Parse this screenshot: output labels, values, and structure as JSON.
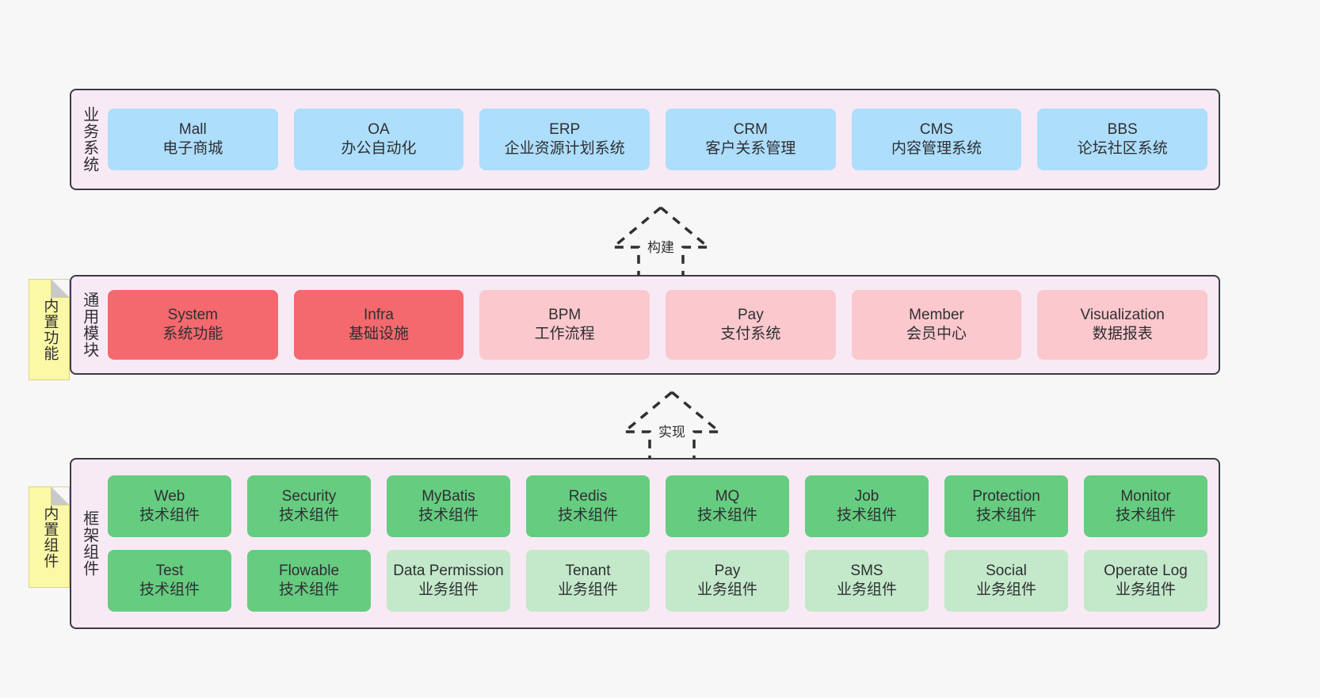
{
  "colors": {
    "panel_background": "#f8eaf5",
    "panel_border": "#3b3b47",
    "business_card": "#addefb",
    "module_primary": "#f4696e",
    "module_secondary": "#fbc8cd",
    "tech_component": "#66cc80",
    "biz_component": "#c3e8ca",
    "note_background": "#fbf8a6",
    "canvas_background": "#f7f7f7"
  },
  "layers": {
    "business": {
      "caption": "业务系统",
      "cards": [
        {
          "name": "Mall",
          "sub": "电子商城"
        },
        {
          "name": "OA",
          "sub": "办公自动化"
        },
        {
          "name": "ERP",
          "sub": "企业资源计划系统"
        },
        {
          "name": "CRM",
          "sub": "客户关系管理"
        },
        {
          "name": "CMS",
          "sub": "内容管理系统"
        },
        {
          "name": "BBS",
          "sub": "论坛社区系统"
        }
      ]
    },
    "modules": {
      "caption": "通用模块",
      "note": "内置功能",
      "cards": [
        {
          "name": "System",
          "sub": "系统功能",
          "style": "red"
        },
        {
          "name": "Infra",
          "sub": "基础设施",
          "style": "red"
        },
        {
          "name": "BPM",
          "sub": "工作流程",
          "style": "pink"
        },
        {
          "name": "Pay",
          "sub": "支付系统",
          "style": "pink"
        },
        {
          "name": "Member",
          "sub": "会员中心",
          "style": "pink"
        },
        {
          "name": "Visualization",
          "sub": "数据报表",
          "style": "pink"
        }
      ]
    },
    "framework": {
      "caption": "框架组件",
      "note": "内置组件",
      "row_one": [
        {
          "name": "Web",
          "sub": "技术组件"
        },
        {
          "name": "Security",
          "sub": "技术组件"
        },
        {
          "name": "MyBatis",
          "sub": "技术组件"
        },
        {
          "name": "Redis",
          "sub": "技术组件"
        },
        {
          "name": "MQ",
          "sub": "技术组件"
        },
        {
          "name": "Job",
          "sub": "技术组件"
        },
        {
          "name": "Protection",
          "sub": "技术组件"
        },
        {
          "name": "Monitor",
          "sub": "技术组件"
        }
      ],
      "row_two": [
        {
          "name": "Test",
          "sub": "技术组件",
          "style": "green"
        },
        {
          "name": "Flowable",
          "sub": "技术组件",
          "style": "green"
        },
        {
          "name": "Data Permission",
          "sub": "业务组件",
          "style": "lightgreen"
        },
        {
          "name": "Tenant",
          "sub": "业务组件",
          "style": "lightgreen"
        },
        {
          "name": "Pay",
          "sub": "业务组件",
          "style": "lightgreen"
        },
        {
          "name": "SMS",
          "sub": "业务组件",
          "style": "lightgreen"
        },
        {
          "name": "Social",
          "sub": "业务组件",
          "style": "lightgreen"
        },
        {
          "name": "Operate Log",
          "sub": "业务组件",
          "style": "lightgreen"
        }
      ]
    }
  },
  "connectors": [
    {
      "label": "构建"
    },
    {
      "label": "实现"
    }
  ]
}
